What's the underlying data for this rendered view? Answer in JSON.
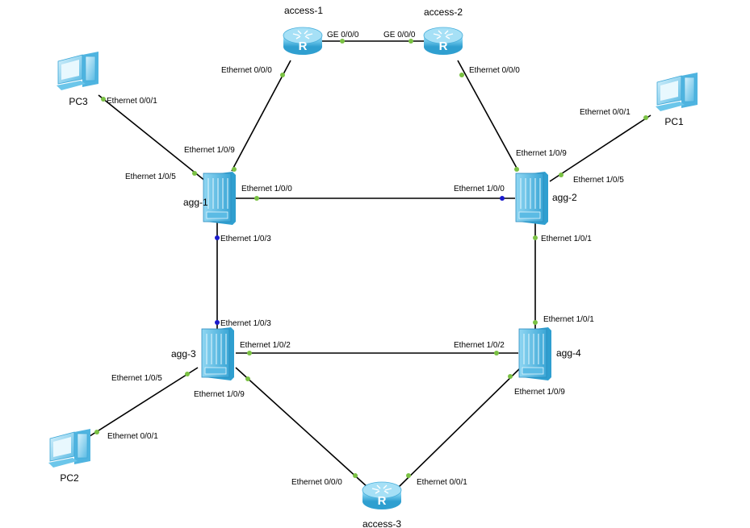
{
  "colors": {
    "link": "#000000",
    "port_up": "#7ac143",
    "port_blocked": "#1a1acc",
    "device_body": "#6cc6ea",
    "device_dark": "#2f9fd0"
  },
  "devices": {
    "access_1": {
      "label": "access-1",
      "icon": "router-icon"
    },
    "access_2": {
      "label": "access-2",
      "icon": "router-icon"
    },
    "access_3": {
      "label": "access-3",
      "icon": "router-icon"
    },
    "agg_1": {
      "label": "agg-1",
      "icon": "switch-icon"
    },
    "agg_2": {
      "label": "agg-2",
      "icon": "switch-icon"
    },
    "agg_3": {
      "label": "agg-3",
      "icon": "switch-icon"
    },
    "agg_4": {
      "label": "agg-4",
      "icon": "switch-icon"
    },
    "pc1": {
      "label": "PC1",
      "icon": "pc-icon"
    },
    "pc2": {
      "label": "PC2",
      "icon": "pc-icon"
    },
    "pc3": {
      "label": "PC3",
      "icon": "pc-icon"
    }
  },
  "links": [
    {
      "a": "access_1",
      "a_port": "GE 0/0/0",
      "b": "access_2",
      "b_port": "GE 0/0/0",
      "a_state": "up",
      "b_state": "up"
    },
    {
      "a": "access_1",
      "a_port": "Ethernet 0/0/0",
      "b": "agg_1",
      "b_port": "Ethernet 1/0/9",
      "a_state": "up",
      "b_state": "up"
    },
    {
      "a": "access_2",
      "a_port": "Ethernet 0/0/0",
      "b": "agg_2",
      "b_port": "Ethernet 1/0/9",
      "a_state": "up",
      "b_state": "up"
    },
    {
      "a": "pc3",
      "a_port": "Ethernet 0/0/1",
      "b": "agg_1",
      "b_port": "Ethernet 1/0/5",
      "a_state": "up",
      "b_state": "up"
    },
    {
      "a": "pc1",
      "a_port": "Ethernet 0/0/1",
      "b": "agg_2",
      "b_port": "Ethernet 1/0/5",
      "a_state": "up",
      "b_state": "up"
    },
    {
      "a": "agg_1",
      "a_port": "Ethernet 1/0/0",
      "b": "agg_2",
      "b_port": "Ethernet 1/0/0",
      "a_state": "up",
      "b_state": "blocked"
    },
    {
      "a": "agg_1",
      "a_port": "Ethernet 1/0/3",
      "b": "agg_3",
      "b_port": "Ethernet 1/0/3",
      "a_state": "blocked",
      "b_state": "blocked"
    },
    {
      "a": "agg_2",
      "a_port": "Ethernet 1/0/1",
      "b": "agg_4",
      "b_port": "Ethernet 1/0/1",
      "a_state": "up",
      "b_state": "up"
    },
    {
      "a": "agg_3",
      "a_port": "Ethernet 1/0/2",
      "b": "agg_4",
      "b_port": "Ethernet 1/0/2",
      "a_state": "up",
      "b_state": "up"
    },
    {
      "a": "agg_3",
      "a_port": "Ethernet 1/0/5",
      "b": "pc2",
      "b_port": "Ethernet 0/0/1",
      "a_state": "up",
      "b_state": "up"
    },
    {
      "a": "agg_3",
      "a_port": "Ethernet 1/0/9",
      "b": "access_3",
      "b_port": "Ethernet 0/0/0",
      "a_state": "up",
      "b_state": "up"
    },
    {
      "a": "agg_4",
      "a_port": "Ethernet 1/0/9",
      "b": "access_3",
      "b_port": "Ethernet 0/0/1",
      "a_state": "up",
      "b_state": "up"
    }
  ]
}
